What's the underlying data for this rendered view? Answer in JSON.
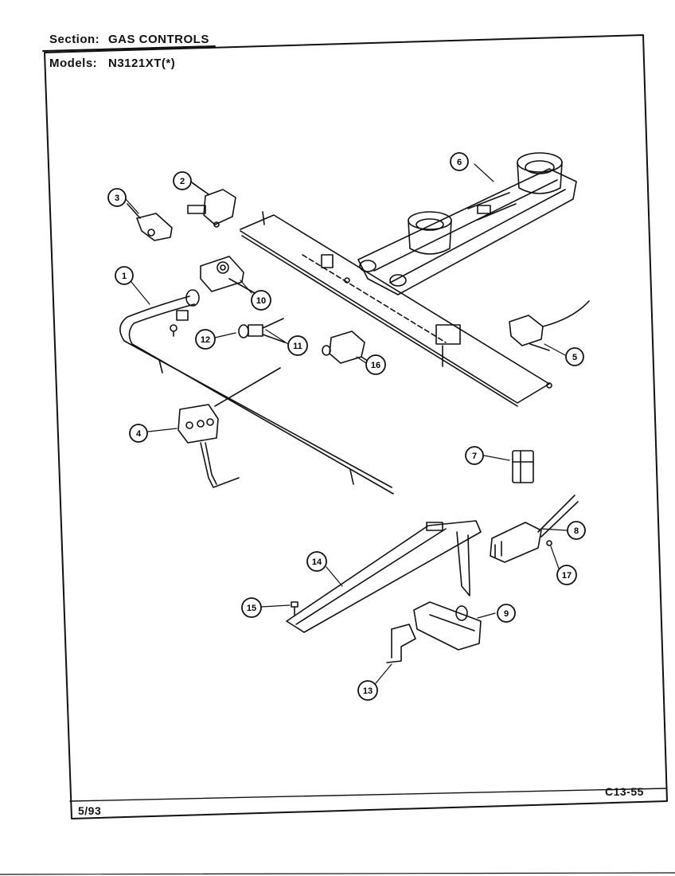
{
  "header": {
    "section_label": "Section:",
    "section_value": "GAS CONTROLS",
    "models_label": "Models:",
    "models_value": "N3121XT(*)"
  },
  "footer": {
    "date_code": "5/93",
    "page_code": "C13-55"
  },
  "callouts": [
    "1",
    "2",
    "3",
    "4",
    "5",
    "6",
    "7",
    "8",
    "9",
    "10",
    "11",
    "12",
    "13",
    "14",
    "15",
    "16",
    "17"
  ]
}
